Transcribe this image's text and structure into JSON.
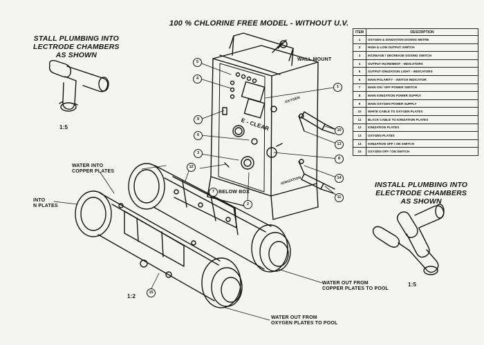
{
  "title": "100 % CHLORINE FREE MODEL - WITHOUT U.V.",
  "left_note": [
    "STALL PLUMBING INTO",
    "LECTRODE CHAMBERS",
    "AS SHOWN"
  ],
  "right_note": [
    "INSTALL PLUMBING INTO",
    "ELECTRODE CHAMBERS",
    "AS SHOWN"
  ],
  "scales": {
    "left": "1:5",
    "right": "1:5",
    "bottom": "1:2"
  },
  "labels": {
    "wall_mount": "WALL MOUNT",
    "water_into_copper": [
      "WATER INTO",
      "COPPER PLATES"
    ],
    "into_plates": [
      "INTO",
      "N PLATES"
    ],
    "water_out_copper": [
      "WATER OUT FROM",
      "COPPER PLATES TO POOL"
    ],
    "water_out_oxygen": [
      "WATER OUT FROM",
      "OXYGEN PLATES TO POOL"
    ],
    "below_box": "BELOW BOX",
    "below_box_num": "7",
    "panel_brand": "E - CLEAR",
    "panel_oxygen": "OXYGEN",
    "panel_ionization": "IONIZATION"
  },
  "legend": {
    "headers": [
      "ITEM",
      "DESCRIPTION"
    ],
    "rows": [
      {
        "item": "1",
        "desc": "OXYGEN & IONIZATION DOSING METRE"
      },
      {
        "item": "2",
        "desc": "HIGH & LOW OUTPUT SWITCH"
      },
      {
        "item": "3",
        "desc": "INCREASE / DECREASE DOSING SWITCH"
      },
      {
        "item": "4",
        "desc": "OUTPUT INCREMENT - INDICATORS"
      },
      {
        "item": "5",
        "desc": "OUTPUT IONIZATION LIGHT - INDICATORS"
      },
      {
        "item": "6",
        "desc": "MAIN POLARITY - SWITCH INDICATOR"
      },
      {
        "item": "7",
        "desc": "MAIN ON / OFF POWER SWITCH"
      },
      {
        "item": "8",
        "desc": "MAIN IONIZATION POWER SUPPLY"
      },
      {
        "item": "9",
        "desc": "MAIN OXYGEN POWER SUPPLY"
      },
      {
        "item": "10",
        "desc": "WHITE CABLE TO OXYGEN PLATES"
      },
      {
        "item": "11",
        "desc": "BLACK CABLE TO IONIZATION PLATES"
      },
      {
        "item": "12",
        "desc": "IONIZATION PLATES"
      },
      {
        "item": "13",
        "desc": "OXYGEN PLATES"
      },
      {
        "item": "14",
        "desc": "IONIZATION OFF / ON SWITCH"
      },
      {
        "item": "15",
        "desc": "OXYGEN OFF / ON SWITCH"
      }
    ]
  },
  "callouts": [
    "1",
    "2",
    "3",
    "4",
    "5",
    "6",
    "8",
    "9",
    "10",
    "11",
    "12",
    "13",
    "14",
    "15"
  ]
}
